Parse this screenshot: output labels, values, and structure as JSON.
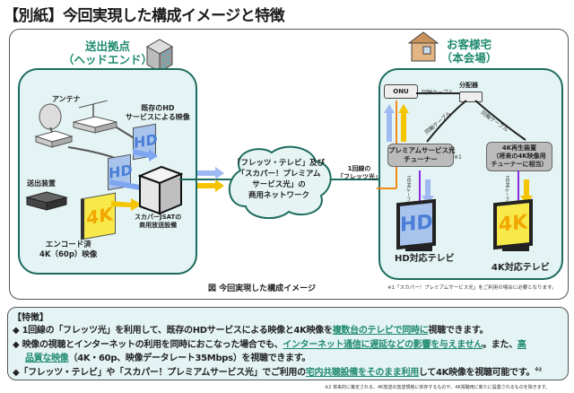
{
  "title": "【別紙】今回実現した構成イメージと特徴",
  "diagram": {
    "headend": {
      "title_line1": "送出拠点",
      "title_line2": "（ヘッドエンド）",
      "antenna_label": "アンテナ",
      "hd_source_label_line1": "既存のHD",
      "hd_source_label_line2": "サービスによる映像",
      "sender_label": "送出装置",
      "encoded_label_line1": "エンコード済",
      "encoded_label_line2": "4K（60p）映像",
      "jsat_label_line1": "スカパーJSATの",
      "jsat_label_line2": "商用放送設備",
      "hd_glyph": "HD",
      "k4_glyph": "4K"
    },
    "network": {
      "cloud_line1": "「フレッツ・テレビ」及び",
      "cloud_line2": "「スカパー！プレミアム",
      "cloud_line3": "サービス光」の",
      "cloud_line4": "商用ネットワーク",
      "line_label_line1": "1回線の",
      "line_label_line2": "「フレッツ光」"
    },
    "home": {
      "title_line1": "お客様宅",
      "title_line2": "（本会場）",
      "onu_label": "ONU",
      "splitter_label": "分配器",
      "cable_label": "同軸ケーブル",
      "tuner_hd_line1": "プレミアムサービス光",
      "tuner_hd_line2": "チューナー",
      "note_mark": "※1",
      "tuner_4k_line1": "4K再生装置",
      "tuner_4k_line2": "（将来の4K映像用",
      "tuner_4k_line3": "チューナーに相当）",
      "hdmi_label": "HDMIケーブル",
      "tv_hd_label": "HD対応テレビ",
      "tv_4k_label": "4K対応テレビ",
      "hd_glyph": "HD",
      "k4_glyph": "4K"
    },
    "caption": "図 今回実現した構成イメージ",
    "footnote1": "※1「スカパー！プレミアムサービス光」をご利用の場合に必要となります。"
  },
  "features": {
    "heading": "【特徴】",
    "line1_a": "◆ 1回線の「フレッツ光」を利用して、既存のHDサービスによる映像と4K映像を",
    "line1_hl": "複数台のテレビで同時に",
    "line1_b": "視聴できます。",
    "line2_a": "◆ 映像の視聴とインターネットの利用を同時におこなった場合でも、",
    "line2_hl": "インターネット通信に遅延などの影響を与えません",
    "line2_b": "。また、",
    "line2_hl2": "高",
    "line3_hl": "品質な映像",
    "line3_b": "（4K・60p、映像データレート35Mbps）を視聴できます。",
    "line4_a": "◆「フレッツ・テレビ」や「スカパー！プレミアムサービス光」でご利用の",
    "line4_hl": "宅内共聴設備をそのまま利用",
    "line4_b": "して4K映像を視聴可能です。",
    "line4_note": "※2",
    "footnote2": "※2 将来的に策定される、4K放送の放送規格に依存するものや、4K視聴用に新たに設置されるものを除きます。"
  },
  "colors": {
    "accent_green": "#1e8a6e",
    "panel_border": "#1c6b5e",
    "panel_fill": "#e4f3f3",
    "hd_blue": "#7ea6f0",
    "k4_yellow": "#f5c400",
    "line_orange": "#f08a1c",
    "hdmi_purple": "#8a2be2"
  }
}
